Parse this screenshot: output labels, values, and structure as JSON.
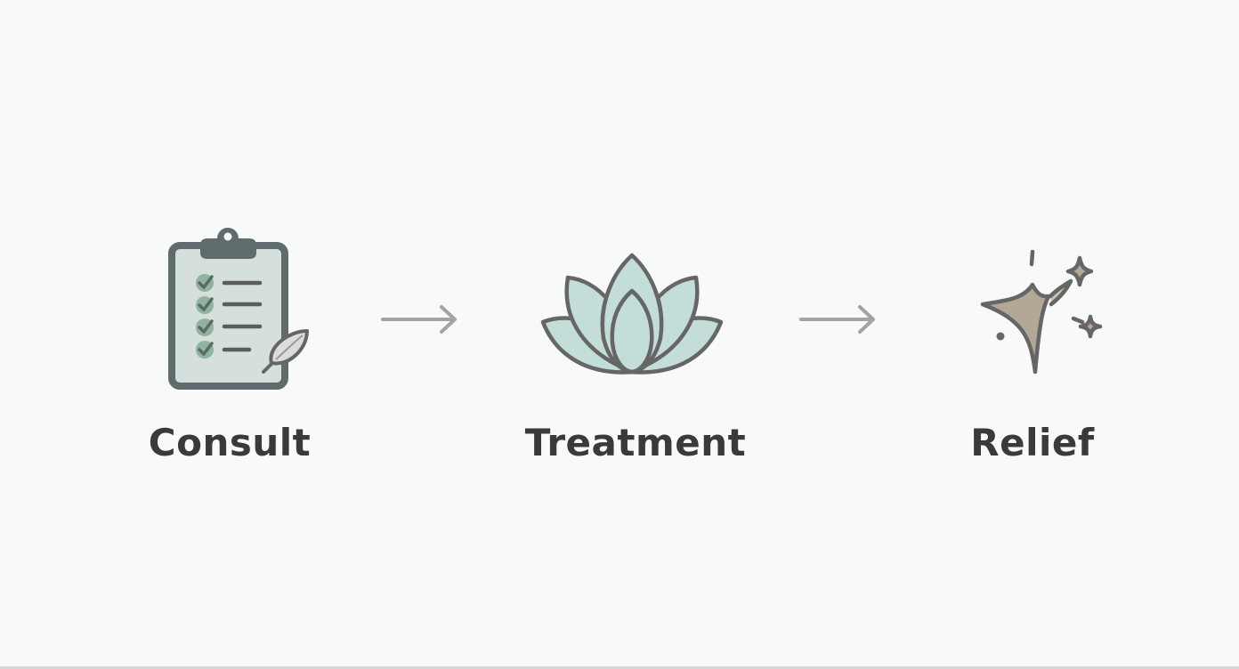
{
  "flow": {
    "steps": [
      {
        "label": "Consult",
        "icon": "clipboard-checklist-icon"
      },
      {
        "label": "Treatment",
        "icon": "lotus-icon"
      },
      {
        "label": "Relief",
        "icon": "sparkles-icon"
      }
    ],
    "connectors": [
      {
        "icon": "arrow-right-icon"
      },
      {
        "icon": "arrow-right-icon"
      }
    ]
  },
  "colors": {
    "background": "#f8f9f9",
    "label_text": "#3a3a3b",
    "icon_stroke": "#666666",
    "clipboard_frame": "#5f6b6d",
    "clipboard_fill": "#d5e0dd",
    "check_fill": "#8fb3a0",
    "lotus_fill": "#c3ddd9",
    "sparkle_fill": "#b3a796",
    "arrow": "#a3a3a3"
  }
}
